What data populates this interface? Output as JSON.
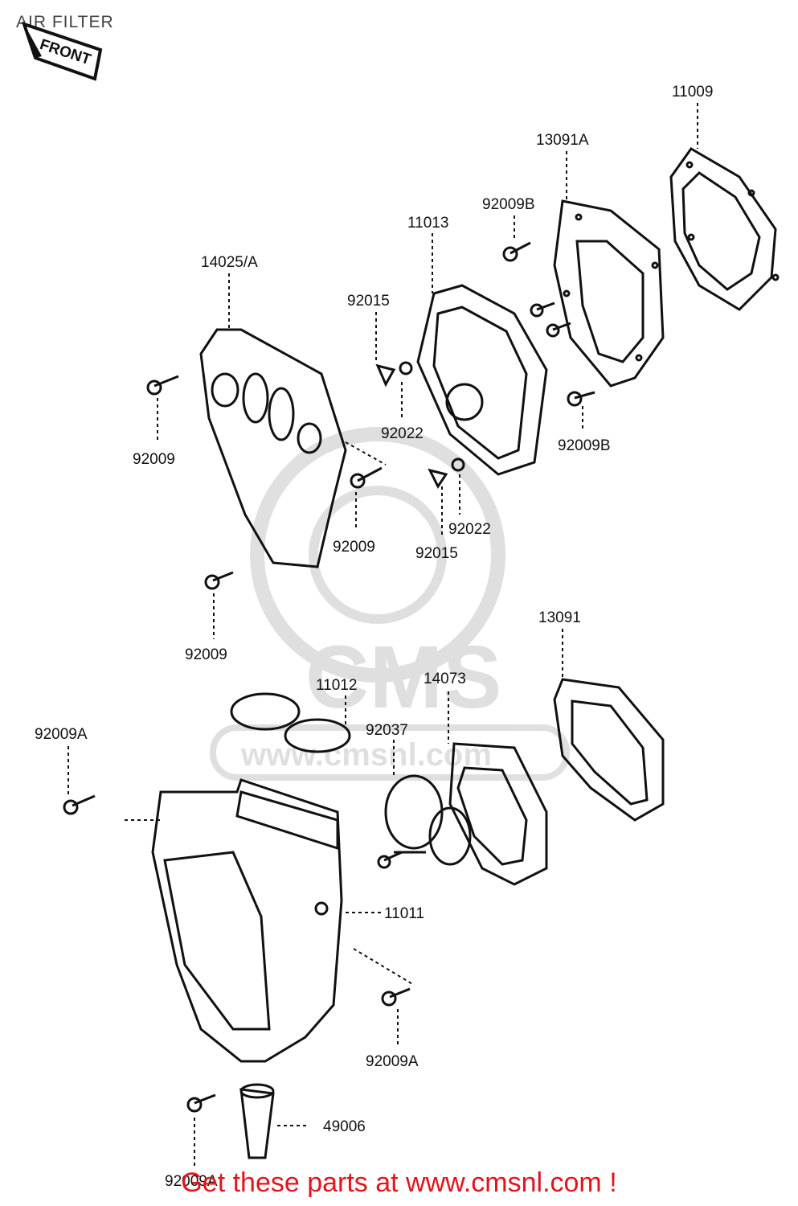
{
  "title": "AIR FILTER",
  "front_marker": "FRONT",
  "watermark": {
    "brand": "CMS",
    "url": "www.cmsnl.com"
  },
  "parts": {
    "p11009": "11009",
    "p13091A": "13091A",
    "p92009B_top": "92009B",
    "p11013": "11013",
    "p14025A": "14025/A",
    "p92015_top": "92015",
    "p92009_left": "92009",
    "p92022_top": "92022",
    "p92009B_bottom": "92009B",
    "p92022_bottom": "92022",
    "p92009_mid": "92009",
    "p92015_bottom": "92015",
    "p92009_lower": "92009",
    "p13091": "13091",
    "p11012": "11012",
    "p14073": "14073",
    "p92009A_left": "92009A",
    "p92037": "92037",
    "p11011": "11011",
    "p92009A_right": "92009A",
    "p49006": "49006",
    "p92009A_bottom": "92009A"
  },
  "footer": "Get these parts at www.cmsnl.com !"
}
